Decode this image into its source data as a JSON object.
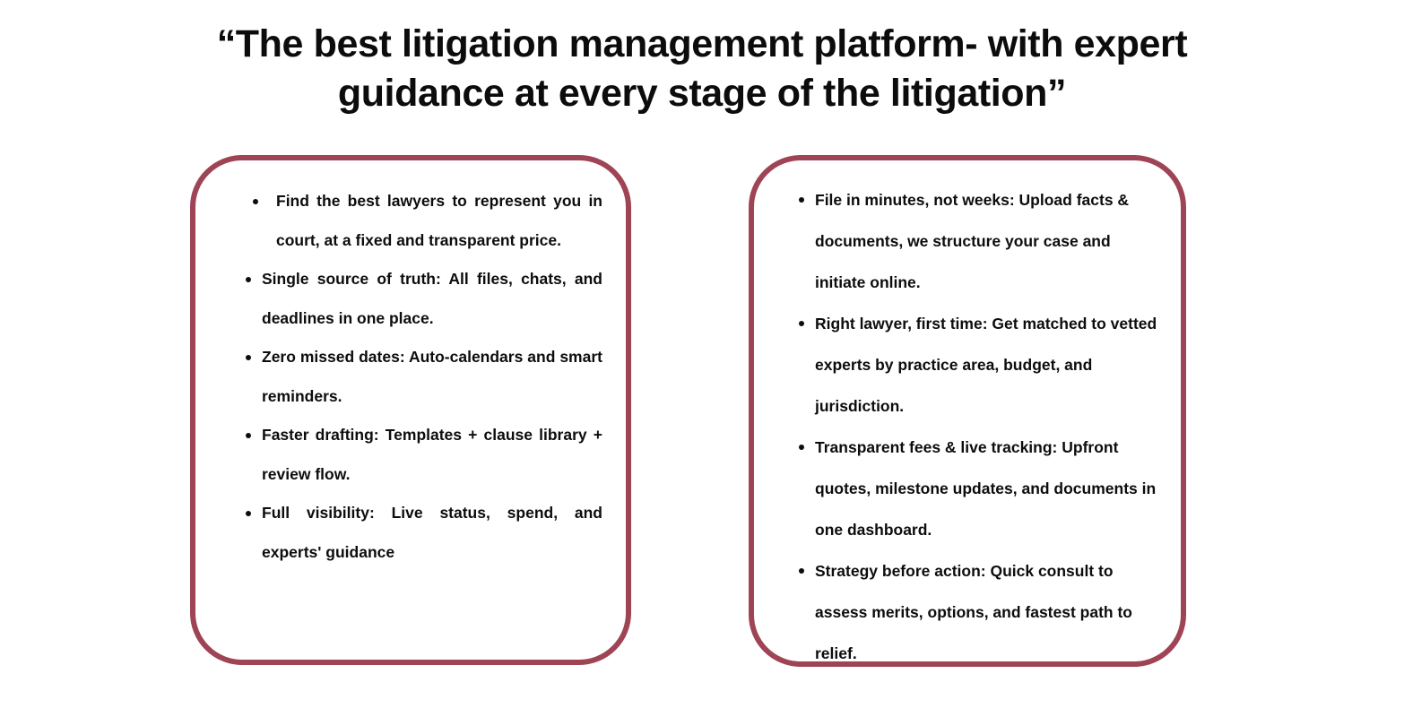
{
  "headline": {
    "line1": "“The best litigation management platform- with expert",
    "line2": "guidance at every stage of the litigation”"
  },
  "theme": {
    "background": "#ffffff",
    "text": "#0d0d0d",
    "card_border": "#9E4455",
    "bullet": "#0d0d0d"
  },
  "cards": {
    "left": {
      "items": [
        "Find the best lawyers to represent you in court, at a fixed and transparent price.",
        "Single source of truth: All files, chats, and deadlines in one place.",
        "Zero missed dates: Auto-calendars and smart reminders.",
        "Faster drafting: Templates + clause library + review flow.",
        "Full visibility: Live status, spend, and experts' guidance"
      ]
    },
    "right": {
      "items": [
        "File in minutes, not weeks: Upload facts & documents, we structure your case and initiate online.",
        "Right lawyer, first time: Get matched to vetted experts by practice area, budget, and jurisdiction.",
        "Transparent fees & live tracking: Upfront quotes, milestone updates, and documents in one dashboard.",
        "Strategy before action: Quick consult to assess merits, options, and fastest path to relief."
      ]
    }
  }
}
